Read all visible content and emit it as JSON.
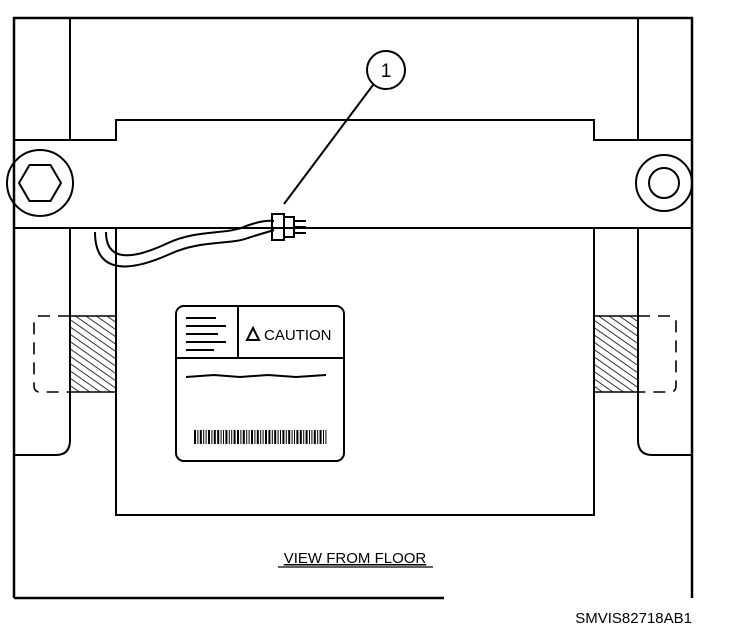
{
  "callouts": [
    {
      "number": "1"
    }
  ],
  "caution_label": {
    "heading": "CAUTION"
  },
  "caption": "VIEW FROM FLOOR",
  "figure_code": "SMVIS82718AB1",
  "colors": {
    "line": "#000000",
    "background": "#ffffff"
  }
}
